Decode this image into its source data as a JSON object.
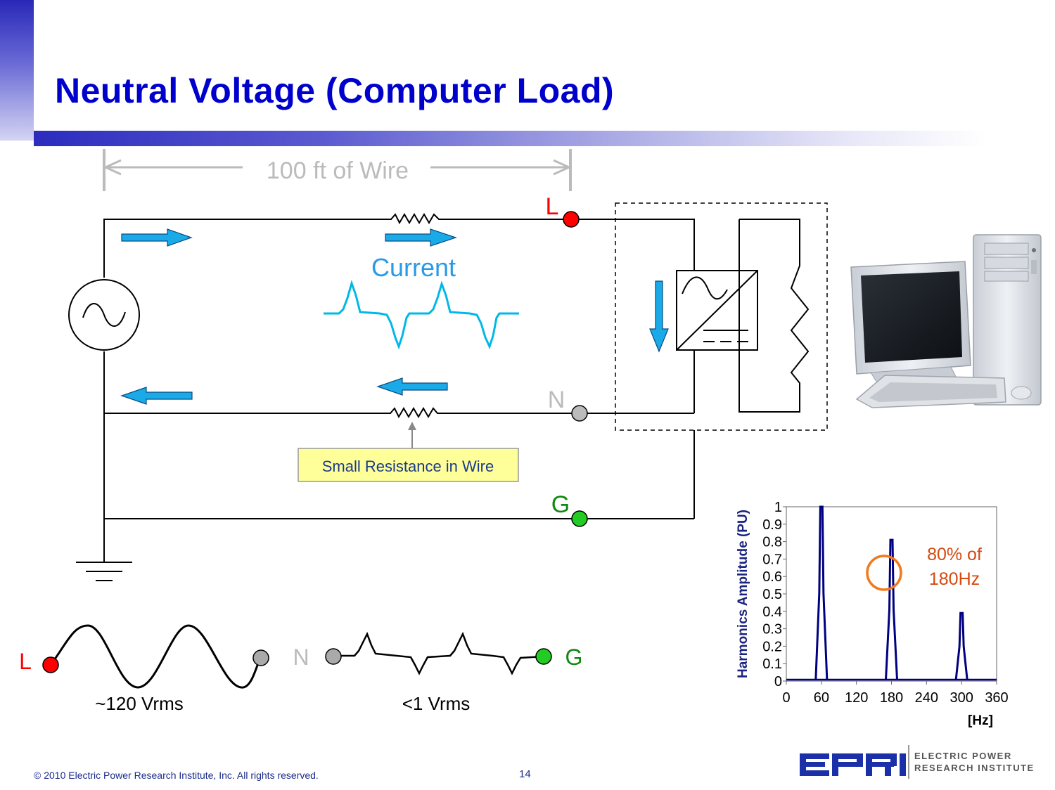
{
  "slide": {
    "title": "Neutral Voltage (Computer Load)",
    "footer_copyright": "© 2010 Electric Power Research Institute, Inc. All rights reserved.",
    "page_number": "14"
  },
  "logo": {
    "wordmark": "EPRI",
    "line1": "ELECTRIC POWER",
    "line2": "RESEARCH INSTITUTE",
    "color": "#1a2fa8"
  },
  "circuit": {
    "wire_length_label": "100 ft of Wire",
    "current_label": "Current",
    "node_l": "L",
    "node_n": "N",
    "node_g": "G",
    "resistance_callout": "Small Resistance in Wire",
    "colors": {
      "arrow": "#1aaae8",
      "current_wave": "#00b8e8",
      "node_l": "#ff0000",
      "node_n": "#bbbbbb",
      "node_g": "#22cc22",
      "callout_bg": "#ffff99"
    },
    "icons": [
      "ac-source-icon",
      "resistor-icon",
      "ground-icon",
      "rectifier-icon",
      "computer-icon"
    ]
  },
  "waveforms": {
    "left": {
      "start_node": "L",
      "end_node": "",
      "voltage_label": "~120 Vrms"
    },
    "right": {
      "start_node": "N",
      "end_node": "G",
      "voltage_label": "<1 Vrms"
    }
  },
  "annotation": {
    "line1": "80% of",
    "line2": "180Hz",
    "color": "#e66a1a"
  },
  "chart_data": {
    "type": "bar",
    "title": "",
    "xlabel": "[Hz]",
    "ylabel": "Harmonics Amplitude (PU)",
    "xlim": [
      0,
      360
    ],
    "ylim": [
      0,
      1
    ],
    "x_ticks": [
      "0",
      "60",
      "120",
      "180",
      "240",
      "300",
      "360"
    ],
    "y_ticks": [
      "0",
      "0.1",
      "0.2",
      "0.3",
      "0.4",
      "0.5",
      "0.6",
      "0.7",
      "0.8",
      "0.9",
      "1"
    ],
    "x": [
      60,
      180,
      300
    ],
    "values": [
      1.0,
      0.81,
      0.39
    ],
    "color": "#000080",
    "grid": false
  }
}
